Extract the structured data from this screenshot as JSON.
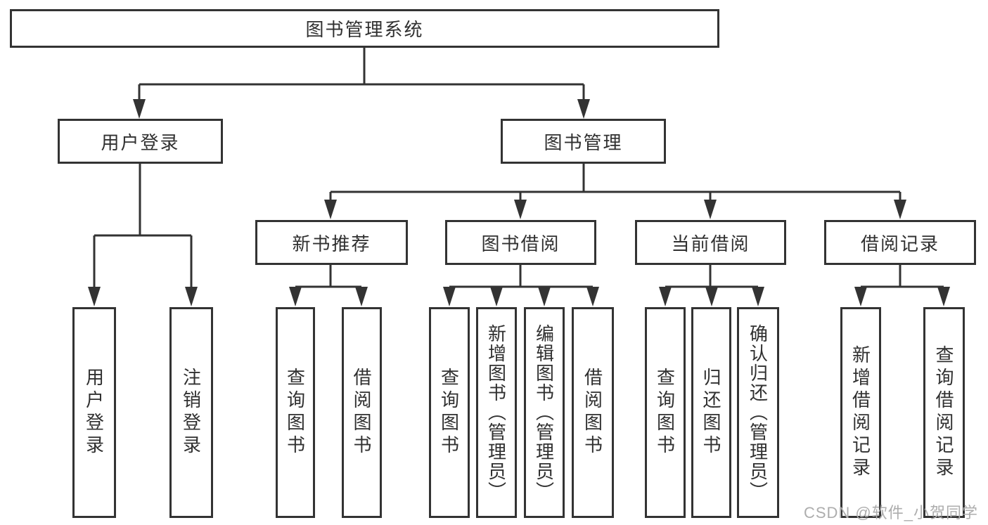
{
  "diagram": {
    "title": "图书管理系统",
    "user_login": {
      "label": "用户登录",
      "children": [
        "用户登录",
        "注销登录"
      ]
    },
    "book_management": {
      "label": "图书管理",
      "sections": [
        {
          "label": "新书推荐",
          "children": [
            "查询图书",
            "借阅图书"
          ]
        },
        {
          "label": "图书借阅",
          "children": [
            "查询图书",
            "新增图书（管理员）",
            "编辑图书（管理员）",
            "借阅图书"
          ]
        },
        {
          "label": "当前借阅",
          "children": [
            "查询图书",
            "归还图书",
            "确认归还（管理员）"
          ]
        },
        {
          "label": "借阅记录",
          "children": [
            "新增借阅记录",
            "查询借阅记录"
          ]
        }
      ]
    }
  },
  "watermark": "CSDN @软件_小贺同学",
  "colors": {
    "line": "#333333",
    "text": "#303030",
    "watermark": "#adadad",
    "background": "#ffffff"
  }
}
